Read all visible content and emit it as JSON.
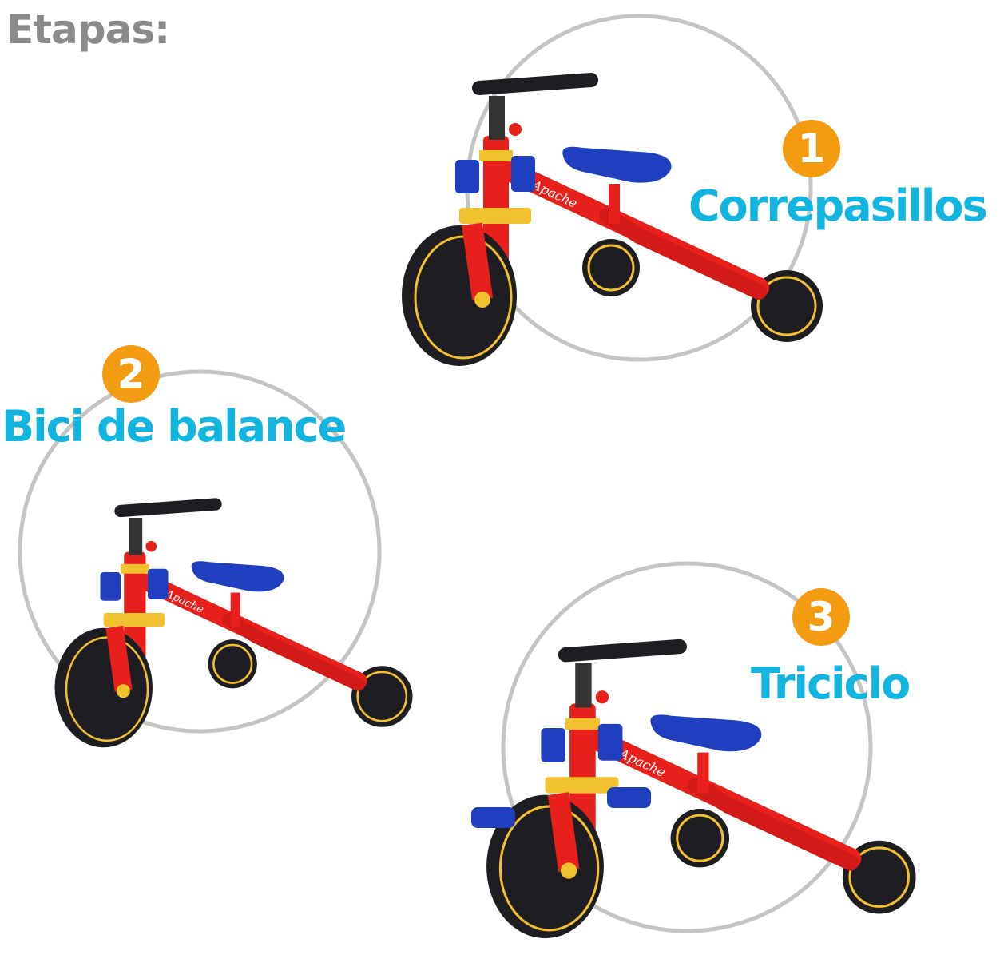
{
  "title": "Etapas:",
  "brand_logo": "Apache",
  "colors": {
    "accent_blue": "#12b5e0",
    "badge_orange": "#f39c12",
    "title_gray": "#8a8a8a",
    "frame_red": "#e8201c",
    "seat_blue": "#1f3fbf",
    "rim_yellow": "#f2c12e"
  },
  "stages": [
    {
      "number": "1",
      "label": "Correpasillos"
    },
    {
      "number": "2",
      "label": "Bici de balance"
    },
    {
      "number": "3",
      "label": "Triciclo"
    }
  ]
}
